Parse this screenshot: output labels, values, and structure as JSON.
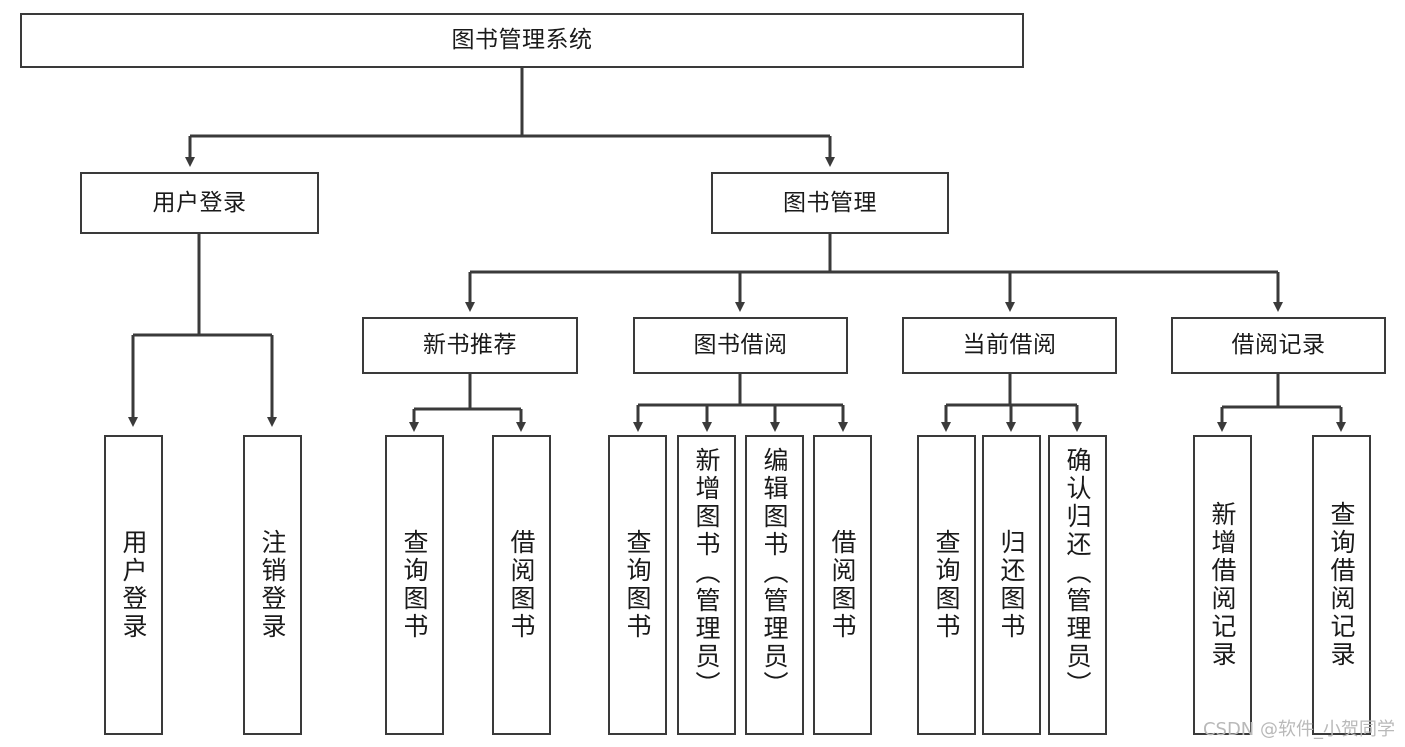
{
  "diagram": {
    "title": "图书管理系统",
    "type": "hierarchy-tree",
    "root": {
      "label": "图书管理系统"
    },
    "level1": [
      {
        "label": "用户登录"
      },
      {
        "label": "图书管理"
      }
    ],
    "level2": [
      {
        "label": "新书推荐"
      },
      {
        "label": "图书借阅"
      },
      {
        "label": "当前借阅"
      },
      {
        "label": "借阅记录"
      }
    ],
    "leaves": {
      "user_login": [
        {
          "label": "用户登录"
        },
        {
          "label": "注销登录"
        }
      ],
      "new_book_recommend": [
        {
          "label": "查询图书"
        },
        {
          "label": "借阅图书"
        }
      ],
      "book_borrow": [
        {
          "label": "查询图书"
        },
        {
          "label": "新增图书（管理员）"
        },
        {
          "label": "编辑图书（管理员）"
        },
        {
          "label": "借阅图书"
        }
      ],
      "current_borrow": [
        {
          "label": "查询图书"
        },
        {
          "label": "归还图书"
        },
        {
          "label": "确认归还（管理员）"
        }
      ],
      "borrow_record": [
        {
          "label": "新增借阅记录"
        },
        {
          "label": "查询借阅记录"
        }
      ]
    }
  },
  "watermark": {
    "text": "CSDN @软件_小贺同学"
  },
  "colors": {
    "stroke": "#3a3a3a",
    "fill": "#ffffff",
    "text": "#1a1a1a",
    "watermark": "#b9b9b9"
  }
}
